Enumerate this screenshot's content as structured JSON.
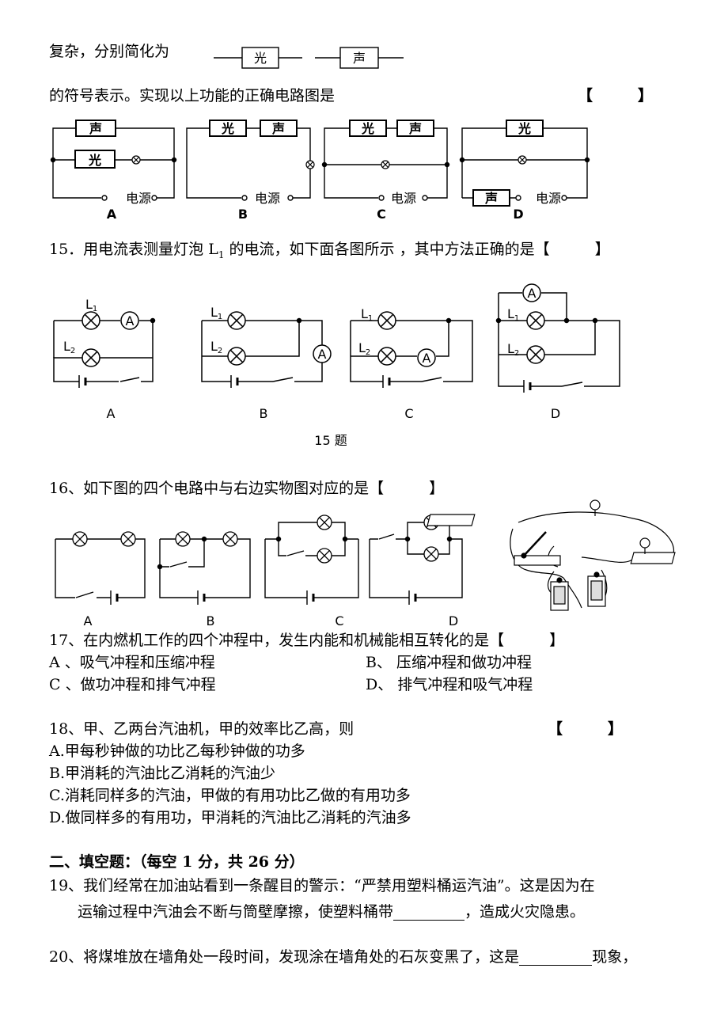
{
  "intro": {
    "line1": "复杂，分别简化为",
    "line2": "的符号表示。实现以上功能的正确电路图是",
    "symbol_light": "光",
    "symbol_sound": "声",
    "bracket": "【　　　】"
  },
  "q14_diagrams": {
    "light": "光",
    "sound": "声",
    "power": "电源",
    "options": [
      "A",
      "B",
      "C",
      "D"
    ]
  },
  "q15": {
    "text": "15．用电流表测量灯泡 L",
    "sub": "1",
    "text_after": " 的电流，如下面各图所示 ，其中方法正确的是【　　　】",
    "L1": "L",
    "L1_sub": "1",
    "L2": "L",
    "L2_sub": "2",
    "ammeter": "A",
    "options": [
      "A",
      "B",
      "C",
      "D"
    ],
    "caption": "15 题"
  },
  "q16": {
    "text": "16、如下图的四个电路中与右边实物图对应的是【　　　】",
    "options": [
      "A",
      "B",
      "C",
      "D"
    ]
  },
  "q17": {
    "text": "17、在内燃机工作的四个冲程中，发生内能和机械能相互转化的是【　　　】",
    "A": "A 、吸气冲程和压缩冲程",
    "B": "B、 压缩冲程和做功冲程",
    "C": "C 、做功冲程和排气冲程",
    "D": "D、 排气冲程和吸气冲程"
  },
  "q18": {
    "text": "18、甲、乙两台汽油机，甲的效率比乙高，则",
    "bracket": "【　　　】",
    "A": "A.甲每秒钟做的功比乙每秒钟做的功多",
    "B": "B.甲消耗的汽油比乙消耗的汽油少",
    "C": "C.消耗同样多的汽油，甲做的有用功比乙做的有用功多",
    "D": "D.做同样多的有用功，甲消耗的汽油比乙消耗的汽油多"
  },
  "section2": {
    "title": "二、填空题：（每空 1 分，共 26 分）"
  },
  "q19": {
    "line1": "19、我们经常在加油站看到一条醒目的警示：“严禁用塑料桶运汽油”。这是因为在",
    "line2a": "运输过程中汽油会不断与筒壁摩擦，使塑料桶带",
    "line2b": "，造成火灾隐患。"
  },
  "q20": {
    "line1a": "20、将煤堆放在墙角处一段时间，发现涂在墙角处的石灰变黑了，这是",
    "line1b": "现象，"
  }
}
